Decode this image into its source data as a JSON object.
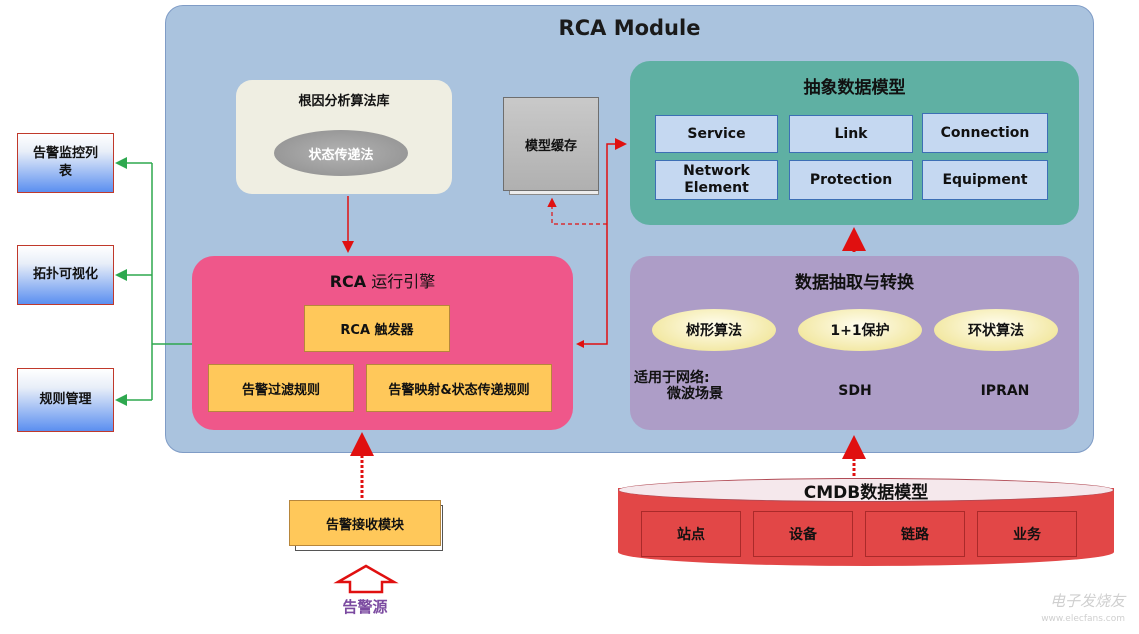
{
  "module": {
    "title": "RCA Module"
  },
  "left_panel": {
    "items": [
      "告警监控列\n表",
      "拓扑可视化",
      "规则管理"
    ]
  },
  "algorithm_library": {
    "title": "根因分析算法库",
    "method": "状态传递法"
  },
  "model_cache": {
    "label": "模型缓存"
  },
  "abstract_model": {
    "title": "抽象数据模型",
    "cells": [
      "Service",
      "Link",
      "Connection",
      "Network\nElement",
      "Protection",
      "Equipment"
    ]
  },
  "rca_engine": {
    "title_latin": "RCA",
    "title_cjk": " 运行引擎",
    "trigger": "RCA 触发器",
    "filter_rules": "告警过滤规则",
    "mapping_rules": "告警映射&状态传递规则"
  },
  "extraction": {
    "title": "数据抽取与转换",
    "algorithms": [
      "树形算法",
      "1+1保护",
      "环状算法"
    ],
    "network_caption": "适用于网络:",
    "networks": [
      "微波场景",
      "SDH",
      "IPRAN"
    ]
  },
  "alarm_receiver": {
    "label": "告警接收模块"
  },
  "alarm_source": {
    "label": "告警源"
  },
  "cmdb": {
    "title": "CMDB数据模型",
    "cells": [
      "站点",
      "设备",
      "链路",
      "业务"
    ]
  },
  "watermark": {
    "name": "电子发烧友",
    "url": "www.elecfans.com"
  },
  "colors": {
    "module_bg": "#aac3de",
    "engine_bg": "#ef578a",
    "abstract_bg": "#5fb0a3",
    "extract_bg": "#ad9dc7",
    "orange_box": "#ffc85a",
    "cmdb_red": "#e24747",
    "arrow_red": "#e01010",
    "arrow_green": "#2ea84f"
  }
}
